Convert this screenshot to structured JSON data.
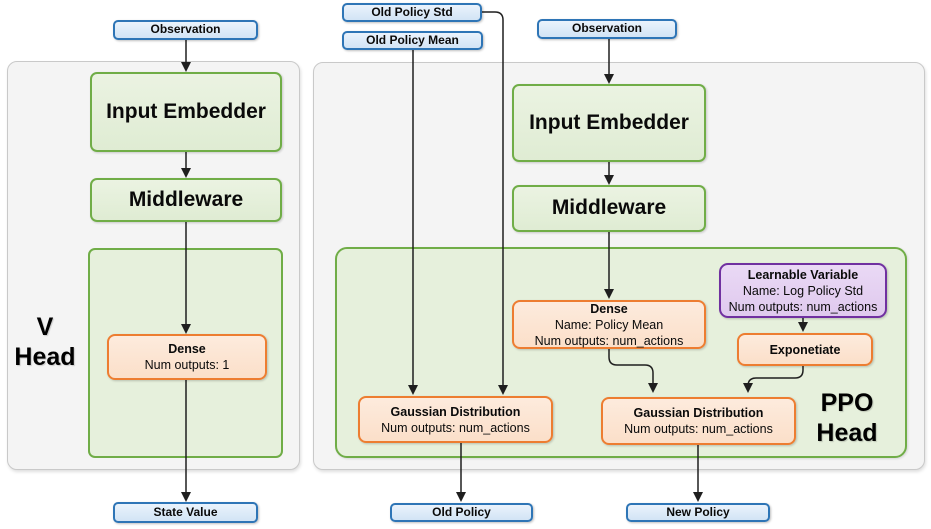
{
  "diagram": {
    "v_head": {
      "label_line1": "V",
      "label_line2": "Head",
      "observation": "Observation",
      "input_embedder": "Input Embedder",
      "middleware": "Middleware",
      "dense": {
        "title": "Dense",
        "outputs": "Num outputs: 1"
      },
      "state_value": "State Value"
    },
    "ppo_head": {
      "label_line1": "PPO",
      "label_line2": "Head",
      "old_policy_std": "Old Policy Std",
      "old_policy_mean": "Old Policy Mean",
      "observation": "Observation",
      "input_embedder": "Input Embedder",
      "middleware": "Middleware",
      "dense": {
        "title": "Dense",
        "name": "Name: Policy Mean",
        "outputs": "Num outputs: num_actions"
      },
      "learnable_variable": {
        "title": "Learnable Variable",
        "name": "Name: Log Policy Std",
        "outputs": "Num outputs: num_actions"
      },
      "exponetiate": "Exponetiate",
      "gaussian_old": {
        "title": "Gaussian Distribution",
        "outputs": "Num outputs: num_actions"
      },
      "gaussian_new": {
        "title": "Gaussian Distribution",
        "outputs": "Num outputs: num_actions"
      },
      "old_policy": "Old Policy",
      "new_policy": "New Policy"
    },
    "colors": {
      "io_fill": "#DCE9F7",
      "io_border": "#2E75B6",
      "network_fill": "#E3EFDA",
      "network_border": "#70AD47",
      "layer_fill": "#FCE5D5",
      "layer_border": "#ED7D31",
      "variable_fill": "#E5D4F2",
      "variable_border": "#7030A0",
      "panel_fill": "#F4F4F4",
      "panel_border": "#C9C9C9",
      "arrow": "#1F1F1F"
    }
  }
}
